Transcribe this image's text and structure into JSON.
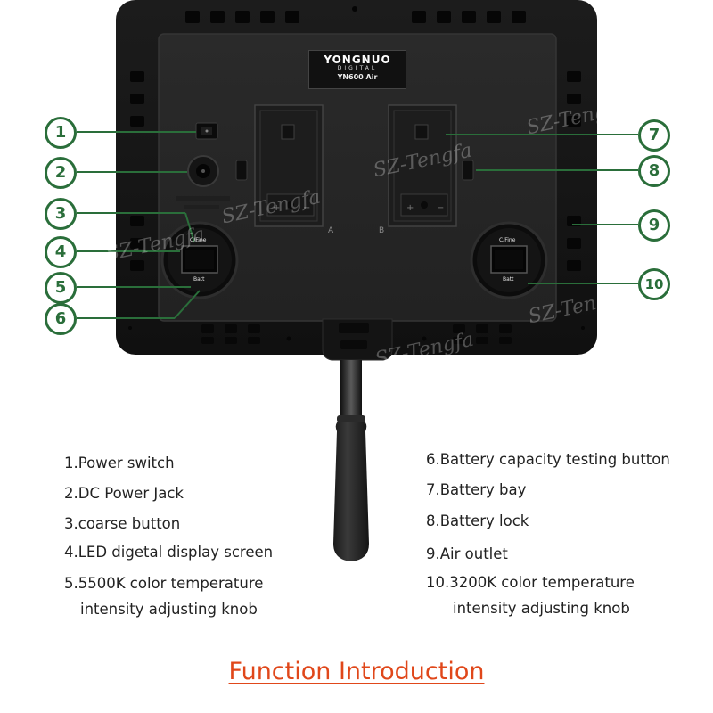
{
  "product": {
    "brand": "YONGNUO",
    "brand_sub": "DIGITAL",
    "model": "YN600 Air"
  },
  "knob_labels": {
    "left_top": "C/Fine",
    "left_bottom": "Batt",
    "right_top": "C/Fine",
    "right_bottom": "Batt"
  },
  "bay_labels": {
    "a": "A",
    "b": "B"
  },
  "watermark": "SZ-Tengfa",
  "callouts": [
    {
      "number": "1"
    },
    {
      "number": "2"
    },
    {
      "number": "3"
    },
    {
      "number": "4"
    },
    {
      "number": "5"
    },
    {
      "number": "6"
    },
    {
      "number": "7"
    },
    {
      "number": "8"
    },
    {
      "number": "9"
    },
    {
      "number": "10"
    }
  ],
  "features_left": [
    {
      "text": "1.Power switch"
    },
    {
      "text": "2.DC Power Jack"
    },
    {
      "text": "3.coarse button"
    },
    {
      "text": "4.LED digetal display screen"
    },
    {
      "text": "5.5500K color temperature",
      "cont": "intensity adjusting knob"
    }
  ],
  "features_right": [
    {
      "text": "6.Battery capacity testing button"
    },
    {
      "text": "7.Battery bay"
    },
    {
      "text": "8.Battery lock"
    },
    {
      "text": "9.Air outlet"
    },
    {
      "text": "10.3200K color temperature",
      "cont": "intensity adjusting knob"
    }
  ],
  "title": "Function Introduction",
  "colors": {
    "callout": "#2a6e3a",
    "title": "#e0471a",
    "panel": "#1a1a1a"
  }
}
